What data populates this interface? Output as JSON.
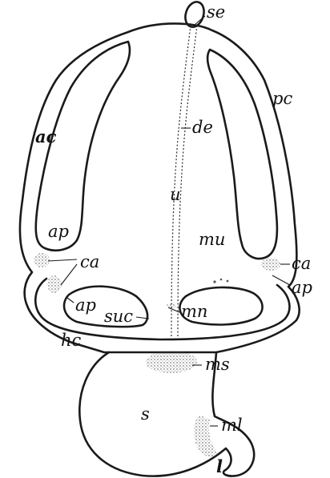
{
  "labels": {
    "se": "se",
    "ac": "ac",
    "pc": "pc",
    "de": "de",
    "u": "u",
    "ap_upper_left": "ap",
    "mu": "mu",
    "ca_left": "ca",
    "ca_right": "ca",
    "ap_right": "ap",
    "ap_lower_left": "ap",
    "suc": "suc",
    "mn": "mn",
    "hc": "hc",
    "ms": "ms",
    "s": "s",
    "ml": "ml",
    "l": "l"
  }
}
